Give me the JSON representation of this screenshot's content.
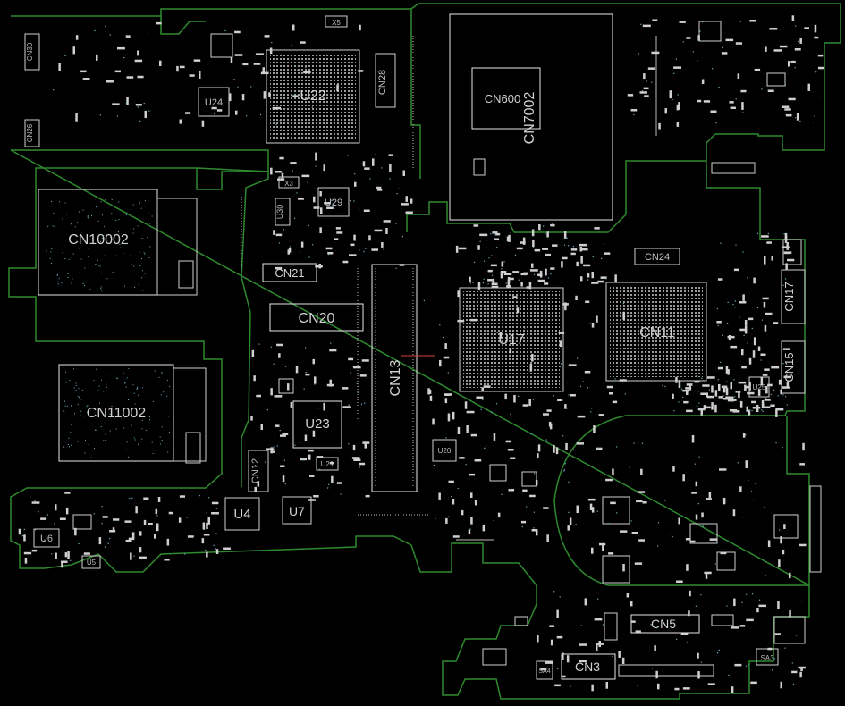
{
  "components": {
    "large": [
      {
        "id": "cn10002",
        "label": "CN10002"
      },
      {
        "id": "cn11002",
        "label": "CN11002"
      },
      {
        "id": "u22",
        "label": "U22"
      },
      {
        "id": "u17",
        "label": "U17"
      },
      {
        "id": "cn11",
        "label": "CN11"
      },
      {
        "id": "cn13",
        "label": "CN13"
      },
      {
        "id": "cn20",
        "label": "CN20"
      },
      {
        "id": "cn21",
        "label": "CN21"
      },
      {
        "id": "u23",
        "label": "U23"
      },
      {
        "id": "cn7002",
        "label": "CN7002"
      },
      {
        "id": "cn600",
        "label": "CN600"
      },
      {
        "id": "cn24",
        "label": "CN24"
      },
      {
        "id": "cn17",
        "label": "CN17"
      },
      {
        "id": "cn15",
        "label": "CN15"
      },
      {
        "id": "cn5",
        "label": "CN5"
      },
      {
        "id": "cn3",
        "label": "CN3"
      },
      {
        "id": "u4",
        "label": "U4"
      },
      {
        "id": "u7",
        "label": "U7"
      },
      {
        "id": "cn12",
        "label": "CN12"
      },
      {
        "id": "cn28",
        "label": "CN28"
      },
      {
        "id": "u24",
        "label": "U24"
      },
      {
        "id": "u29",
        "label": "U29"
      },
      {
        "id": "u30",
        "label": "U30"
      },
      {
        "id": "u6",
        "label": "U6"
      },
      {
        "id": "u5",
        "label": "U5"
      },
      {
        "id": "u20",
        "label": "U20"
      },
      {
        "id": "u21",
        "label": "U21"
      },
      {
        "id": "u25",
        "label": "U25"
      },
      {
        "id": "cn30",
        "label": "CN30"
      },
      {
        "id": "cn26",
        "label": "CN26"
      },
      {
        "id": "x3",
        "label": "X3"
      },
      {
        "id": "x5",
        "label": "X5"
      },
      {
        "id": "sa3",
        "label": "SA3"
      },
      {
        "id": "sa4",
        "label": "SA4"
      }
    ]
  },
  "colors": {
    "background": "#000000",
    "board_outline": "#2f8a2f",
    "silkscreen": "#cfcfcf",
    "via": "#6fb0c8"
  }
}
